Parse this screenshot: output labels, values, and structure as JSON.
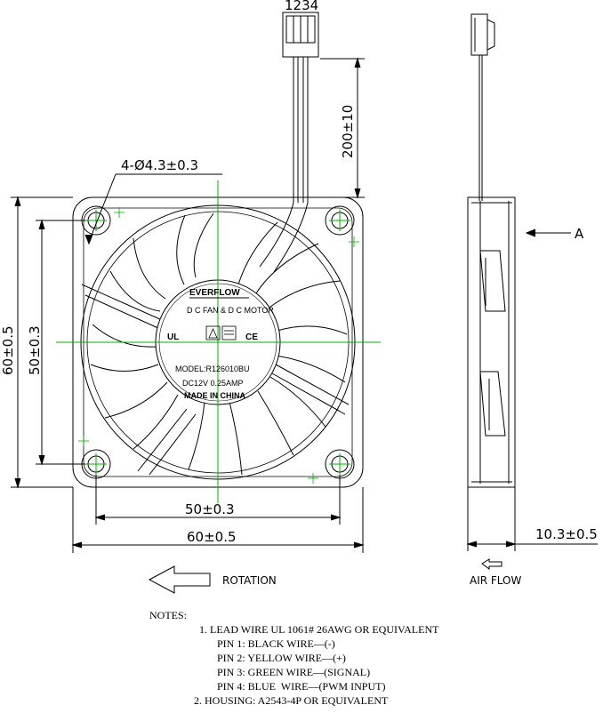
{
  "front_view": {
    "pin_numbers": "1234",
    "hole_spec": "4-Ø4.3±0.3",
    "lead_length": "200±10",
    "outer_height": "60±0.5",
    "hole_pitch_vertical": "50±0.3",
    "hole_pitch_horizontal": "50±0.3",
    "outer_width": "60±0.5",
    "rotation_label": "ROTATION"
  },
  "hub_label": {
    "brand": "EVERFLOW",
    "tagline": "D C FAN & D C MOTOR",
    "cert_mark_1": "UL",
    "cert_mark_2": "CE",
    "model": "MODEL:R126010BU",
    "rating": "DC12V  0.25AMP",
    "origin": "MADE IN CHINA"
  },
  "side_view": {
    "view_marker": "A",
    "thickness": "10.3±0.5",
    "airflow_label": "AIR  FLOW"
  },
  "notes": {
    "title": "NOTES:",
    "lines": [
      "1. LEAD WIRE UL 1061# 26AWG OR EQUIVALENT",
      "PIN 1: BLACK WIRE—(-)",
      "PIN 2: YELLOW WIRE—(+)",
      "PIN 3: GREEN WIRE—(SIGNAL)",
      "PIN 4: BLUE  WIRE—(PWM INPUT)",
      "2. HOUSING: A2543-4P OR EQUIVALENT"
    ]
  },
  "colors": {
    "line": "#000000",
    "centerline": "#00b000"
  }
}
